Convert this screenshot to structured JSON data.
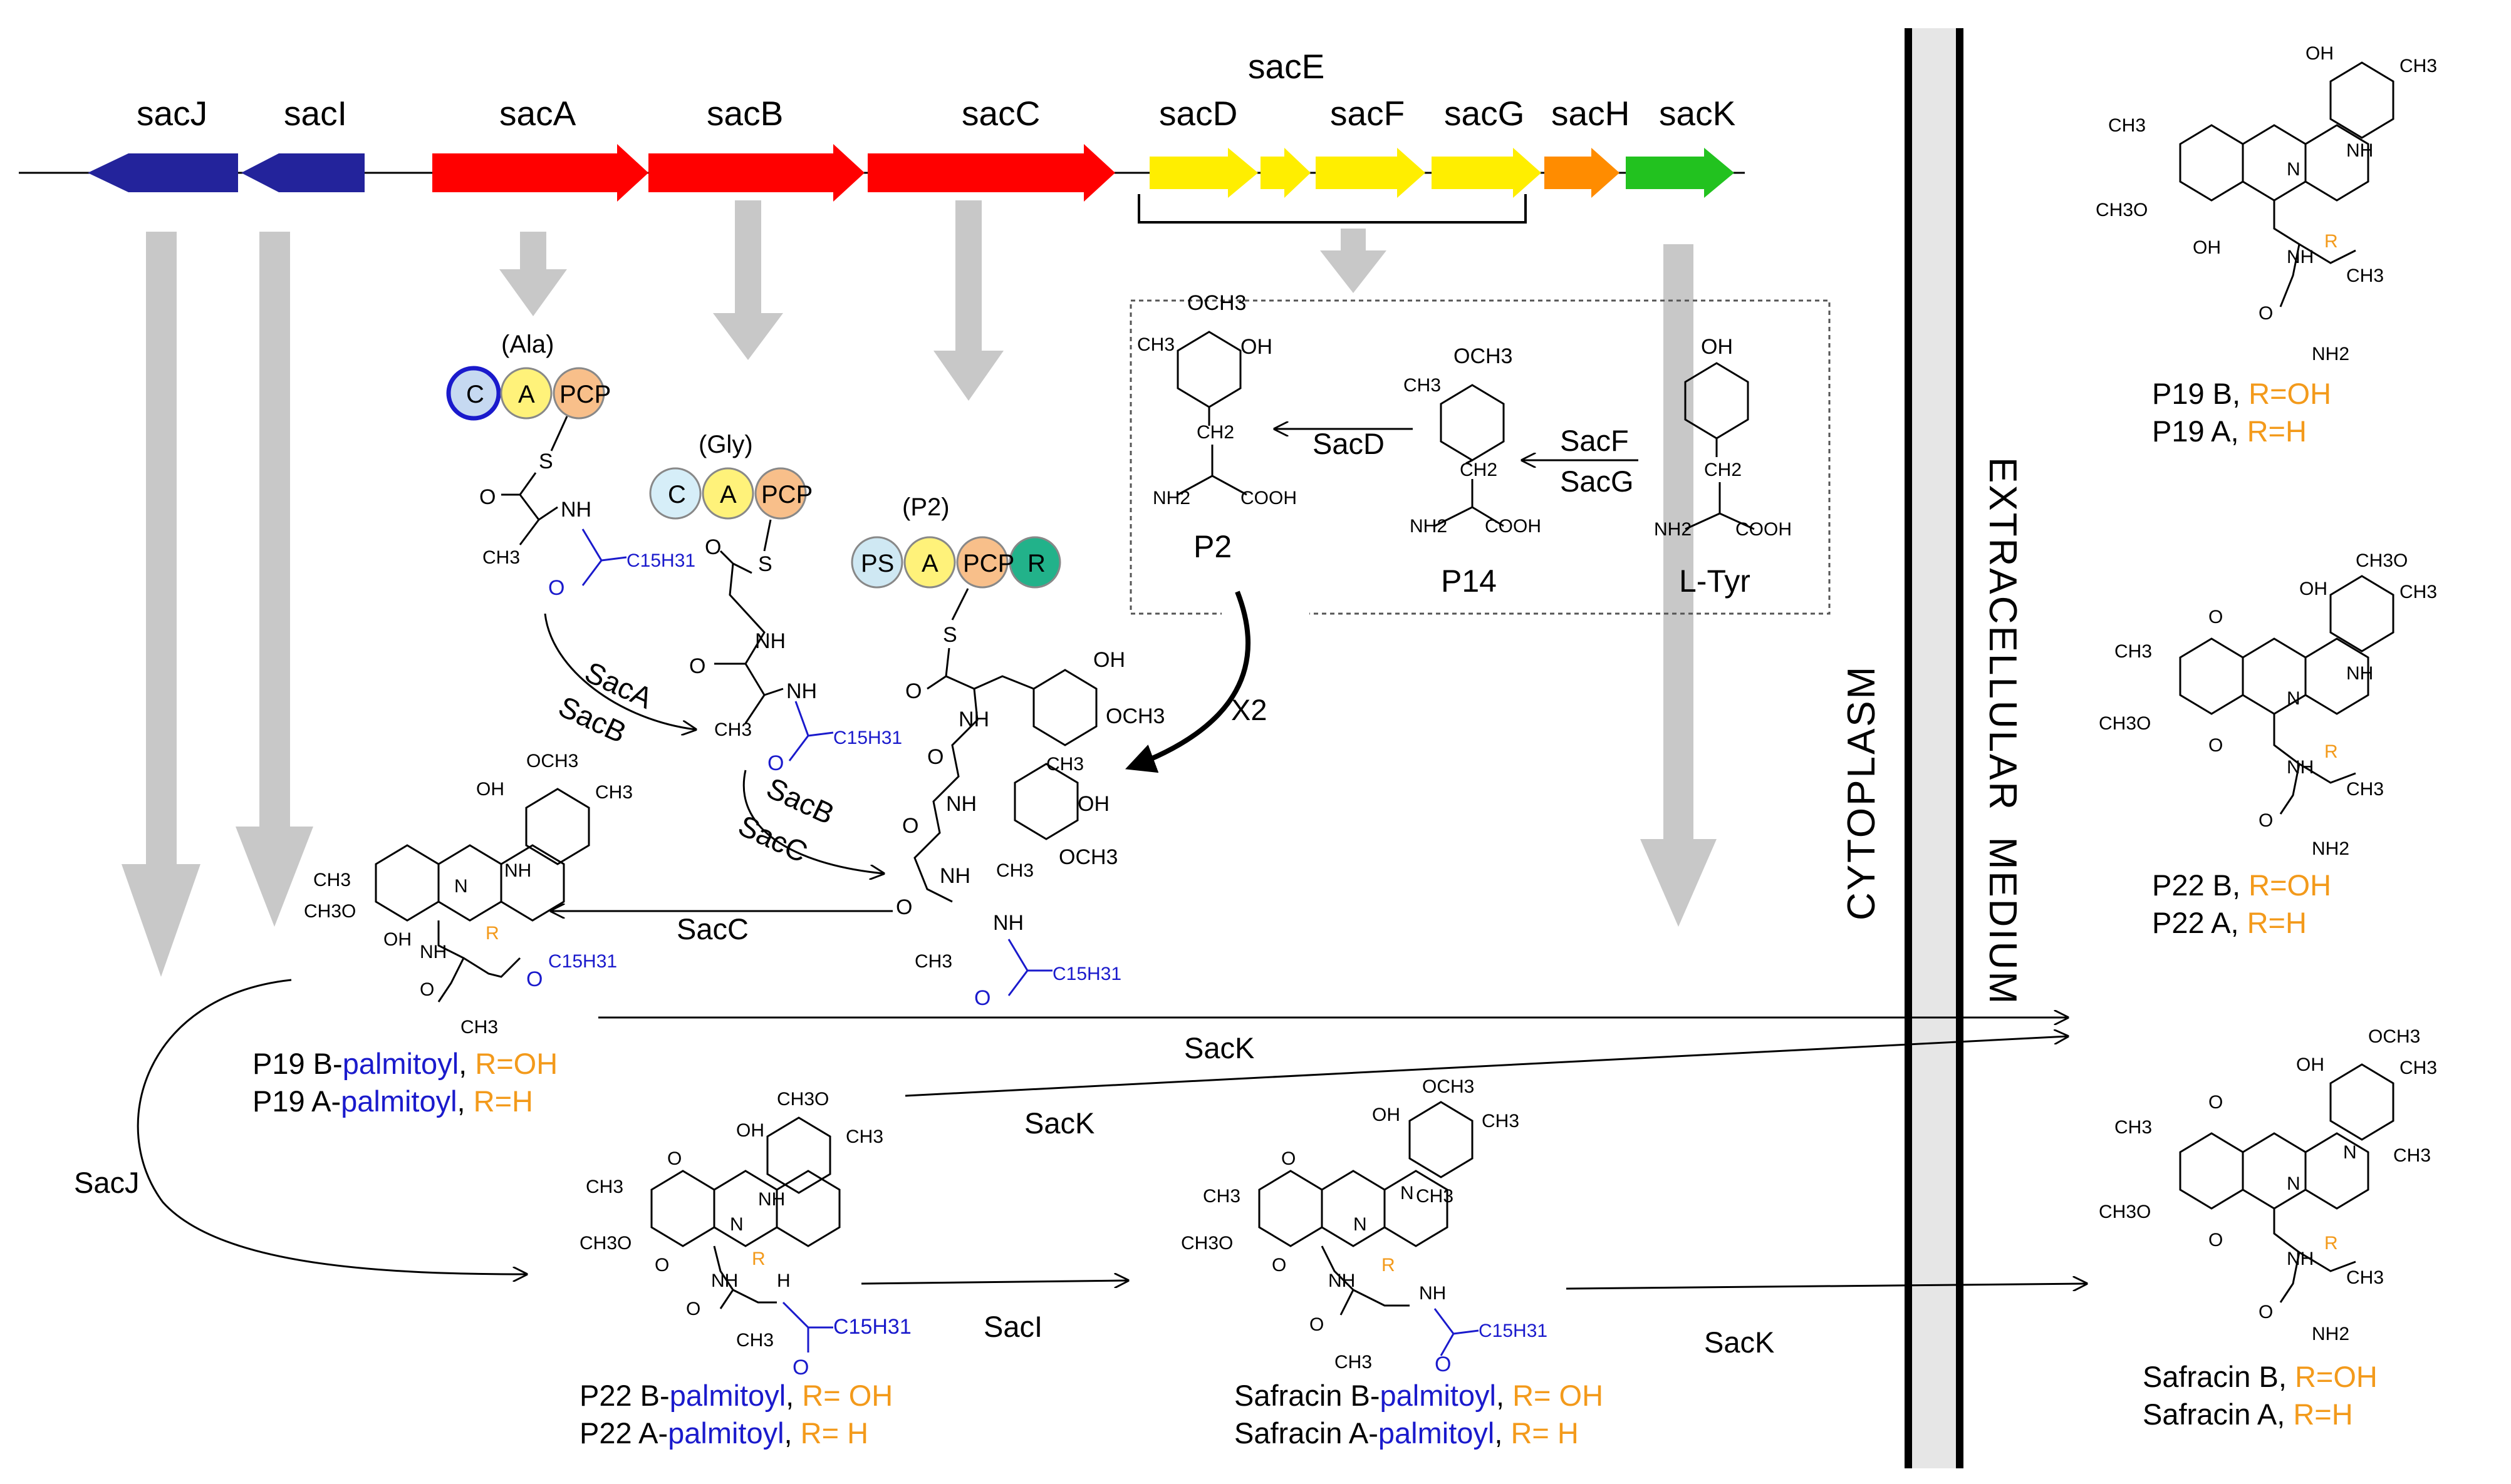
{
  "genes": {
    "sacJ": "sacJ",
    "sacI": "sacI",
    "sacA": "sacA",
    "sacB": "sacB",
    "sacC": "sacC",
    "sacD": "sacD",
    "sacE": "sacE",
    "sacF": "sacF",
    "sacG": "sacG",
    "sacH": "sacH",
    "sacK": "sacK"
  },
  "colors": {
    "blue_gene": "#23239b",
    "red_gene": "#ff0000",
    "yellow_gene": "#ffee00",
    "orange_gene": "#ff8c00",
    "green_gene": "#22c21f",
    "arrow_gray": "#c8c8c8",
    "palmitoyl_blue": "#1a1acc",
    "r_group_orange": "#f39a1b",
    "dom_c": "#c6d9f1",
    "dom_a": "#fff27a",
    "dom_pcp": "#f8bf8a",
    "dom_ps": "#cfe8f3",
    "dom_r": "#22b28a",
    "dom_c_light": "#d6eef8"
  },
  "modules": {
    "ala_label": "(Ala)",
    "gly_label": "(Gly)",
    "p2_label": "(P2)",
    "dom_c": "C",
    "dom_a": "A",
    "dom_pcp": "PCP",
    "dom_ps": "PS",
    "dom_r": "R"
  },
  "enzymes": {
    "sacA": "SacA",
    "sacB": "SacB",
    "sacC": "SacC",
    "sacD": "SacD",
    "sacF": "SacF",
    "sacG": "SacG",
    "sacJ": "SacJ",
    "sacI": "SacI",
    "sacK": "SacK",
    "x2": "X2"
  },
  "compounds": {
    "p2": "P2",
    "p14": "P14",
    "ltyr": "L-Tyr",
    "p19_b_name": "P19 B-",
    "p19_a_name": "P19 A-",
    "p22_b_name": "P22 B-",
    "p22_a_name": "P22 A-",
    "saf_b_name": "Safracin B-",
    "saf_a_name": "Safracin A-",
    "palmitoyl": "palmitoyl",
    "r_oh": "R=OH",
    "r_h": "R=H",
    "r_oh_sp": "R= OH",
    "r_h_sp": "R= H",
    "p19b_final": "P19 B,",
    "p19a_final": "P19 A,",
    "p22b_final": "P22 B,",
    "p22a_final": "P22 A,",
    "safb_final": "Safracin B,",
    "safa_final": "Safracin A,"
  },
  "atoms": {
    "och3": "OCH3",
    "ch3": "CH3",
    "oh": "OH",
    "ch2": "CH2",
    "nh2": "NH2",
    "cooh": "COOH",
    "nh": "NH",
    "n": "N",
    "o": "O",
    "s": "S",
    "h3co": "CH3O",
    "r": "R",
    "c15h31": "C15H31",
    "h": "H"
  },
  "compartments": {
    "cytoplasm": "CYTOPLASM",
    "extracellular": "EXTRACELLULAR  MEDIUM"
  }
}
